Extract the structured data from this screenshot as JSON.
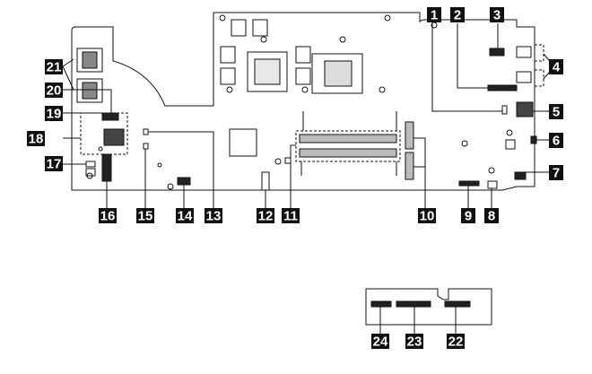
{
  "callouts": [
    "1",
    "2",
    "3",
    "4",
    "5",
    "6",
    "7",
    "8",
    "9",
    "10",
    "11",
    "12",
    "13",
    "14",
    "15",
    "16",
    "17",
    "18",
    "19",
    "20",
    "21",
    "22",
    "23",
    "24"
  ],
  "colors": {
    "ink": "#111111",
    "board": "#ffffff",
    "label_bg": "#111111",
    "label_text": "#ffffff"
  },
  "boards": [
    "system-board",
    "sub-card"
  ]
}
